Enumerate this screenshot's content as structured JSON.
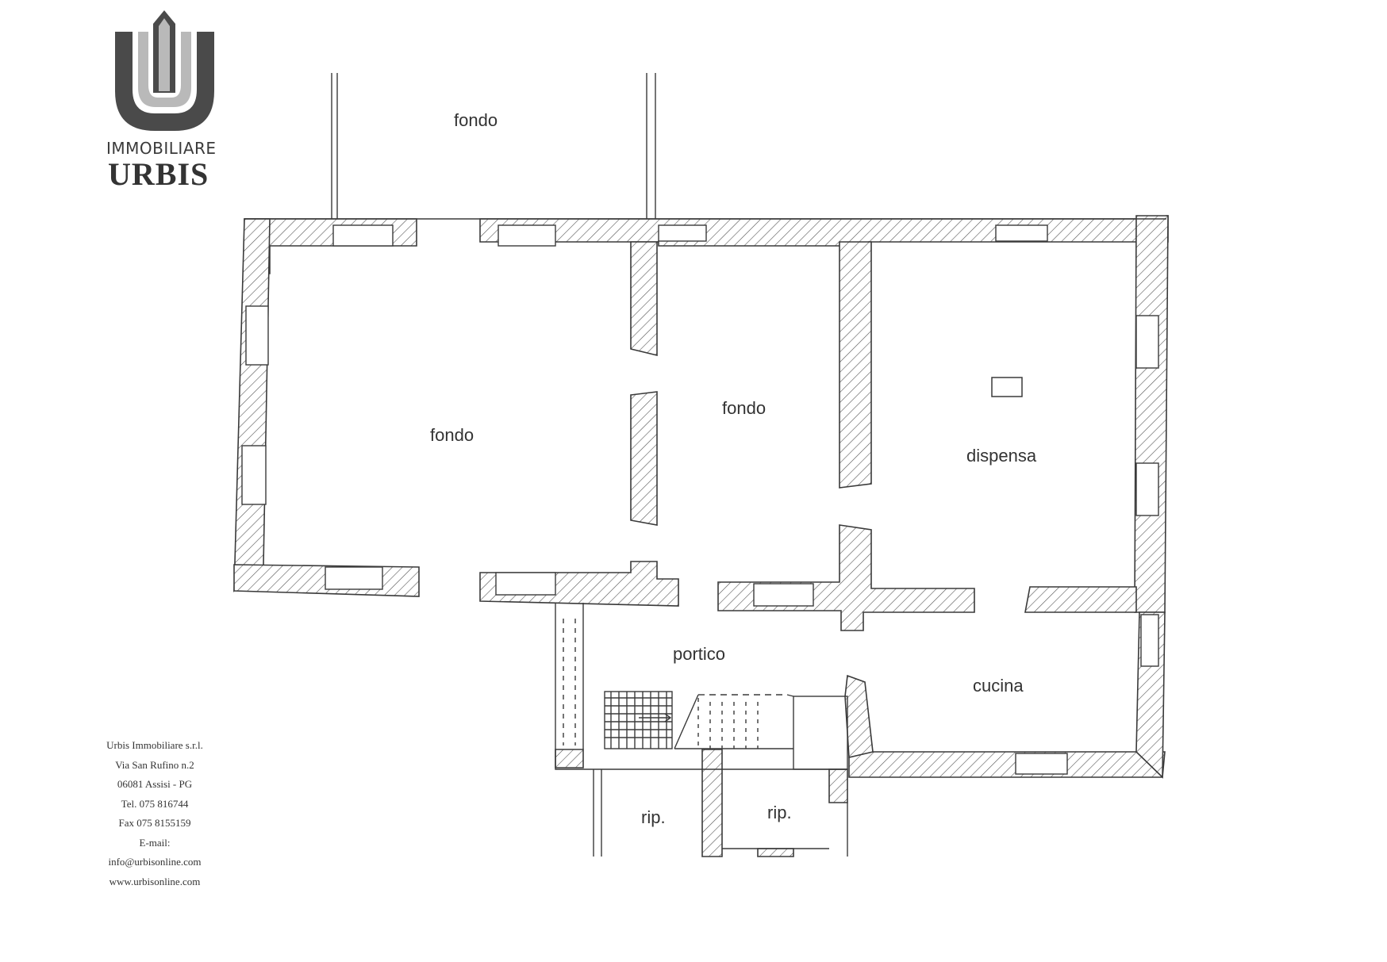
{
  "brand": {
    "line1": "IMMOBILIARE",
    "line2": "URBIS"
  },
  "contact": [
    "Urbis Immobiliare s.r.l.",
    "Via San Rufino n.2",
    "06081 Assisi - PG",
    "Tel. 075 816744",
    "Fax 075 8155159",
    "E-mail:",
    "info@urbisonline.com",
    "www.urbisonline.com"
  ],
  "rooms": {
    "fondo_outside": "fondo",
    "fondo_left": "fondo",
    "fondo_center": "fondo",
    "dispensa": "dispensa",
    "portico": "portico",
    "cucina": "cucina",
    "rip_left": "rip.",
    "rip_right": "rip."
  },
  "colors": {
    "wall_line": "#3a3a3a",
    "logo_dark": "#4a4a4a",
    "logo_light": "#b9b9b9"
  }
}
